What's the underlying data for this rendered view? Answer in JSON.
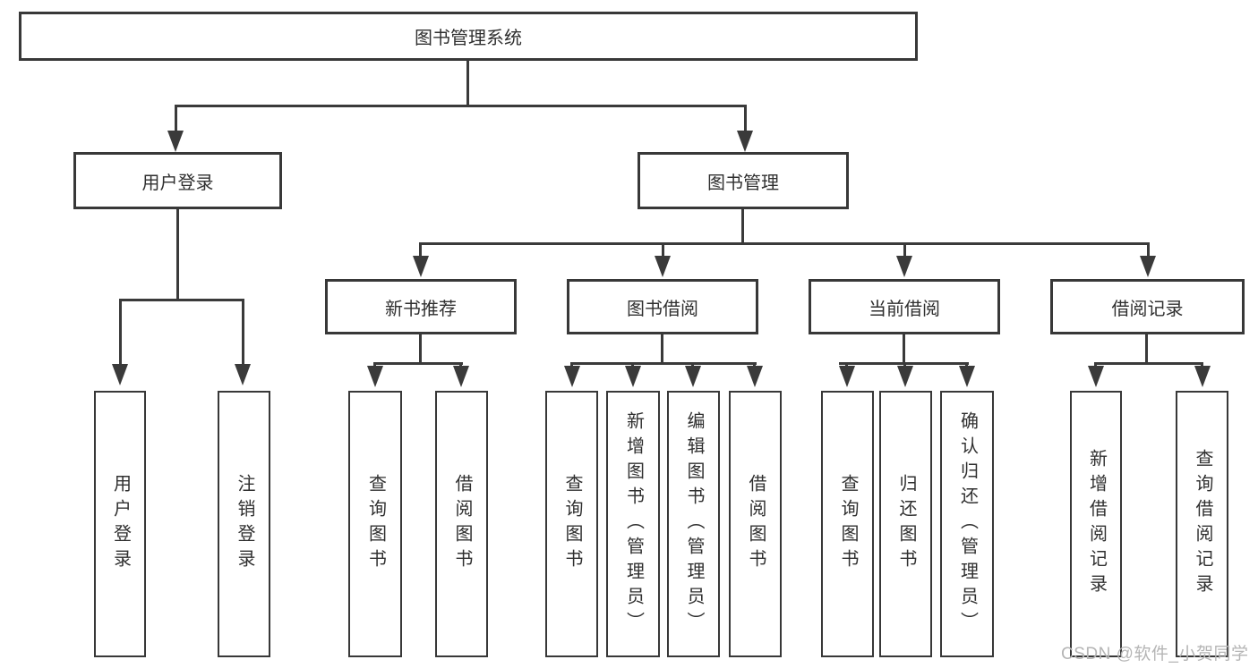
{
  "title": "图书管理系统",
  "root": {
    "label": "图书管理系统"
  },
  "branches": [
    {
      "label": "用户登录",
      "children": [
        {
          "label": "用户登录"
        },
        {
          "label": "注销登录"
        }
      ]
    },
    {
      "label": "图书管理",
      "children": [
        {
          "label": "新书推荐",
          "children": [
            {
              "label": "查询图书"
            },
            {
              "label": "借阅图书"
            }
          ]
        },
        {
          "label": "图书借阅",
          "children": [
            {
              "label": "查询图书"
            },
            {
              "label": "新增图书（管理员）"
            },
            {
              "label": "编辑图书（管理员）"
            },
            {
              "label": "借阅图书"
            }
          ]
        },
        {
          "label": "当前借阅",
          "children": [
            {
              "label": "查询图书"
            },
            {
              "label": "归还图书"
            },
            {
              "label": "确认归还（管理员）"
            }
          ]
        },
        {
          "label": "借阅记录",
          "children": [
            {
              "label": "新增借阅记录"
            },
            {
              "label": "查询借阅记录"
            }
          ]
        }
      ]
    }
  ],
  "watermark": "CSDN @软件_小贺同学",
  "colors": {
    "line": "#3a3a3a",
    "box_border": "#383838",
    "text": "#303030",
    "watermark": "#b5b5b5",
    "background": "#ffffff"
  }
}
